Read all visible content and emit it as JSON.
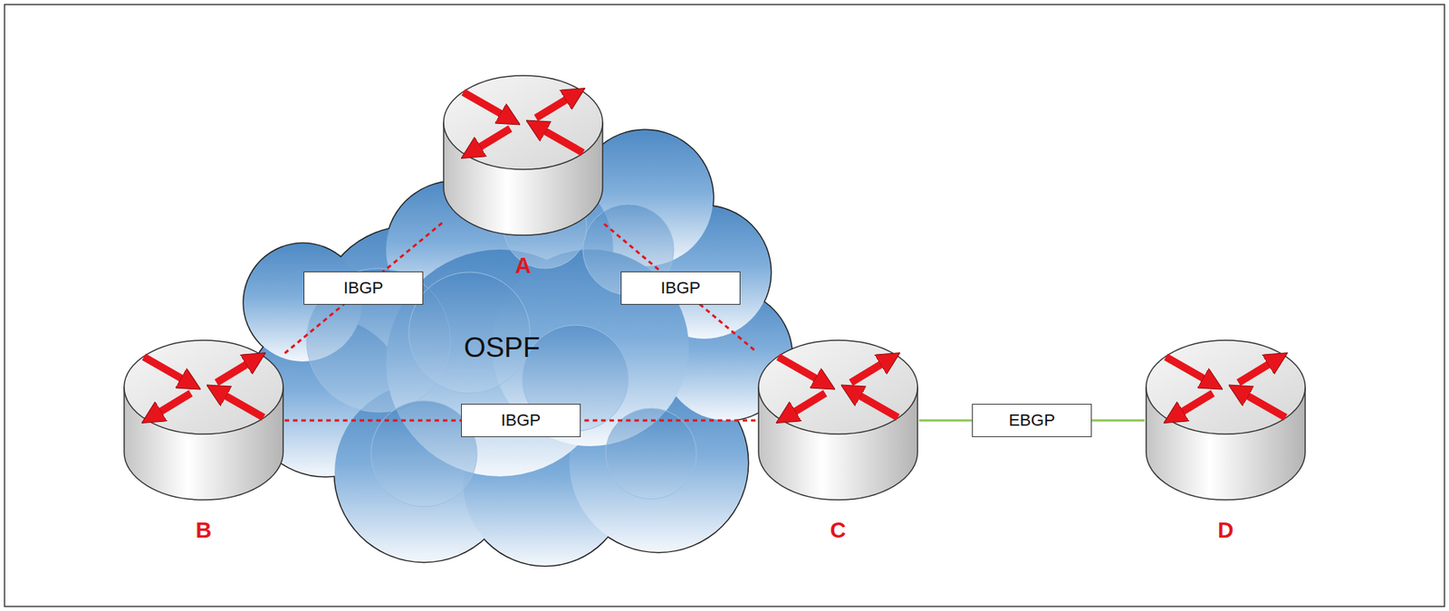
{
  "diagram": {
    "nodes": [
      {
        "text": [
          "OSPF"
        ]
      },
      {
        "text": [
          "A"
        ]
      },
      {
        "text": [
          "B"
        ]
      },
      {
        "text": [
          "C"
        ]
      },
      {
        "text": [
          "D"
        ]
      }
    ],
    "edges": [
      {
        "from": 1,
        "to": 2,
        "label": "IBGP",
        "arrow": "none"
      },
      {
        "from": 1,
        "to": 3,
        "label": "IBGP",
        "arrow": "none"
      },
      {
        "from": 2,
        "to": 3,
        "label": "IBGP",
        "arrow": "none"
      },
      {
        "from": 3,
        "to": 4,
        "label": "EBGP",
        "arrow": "none"
      }
    ]
  }
}
